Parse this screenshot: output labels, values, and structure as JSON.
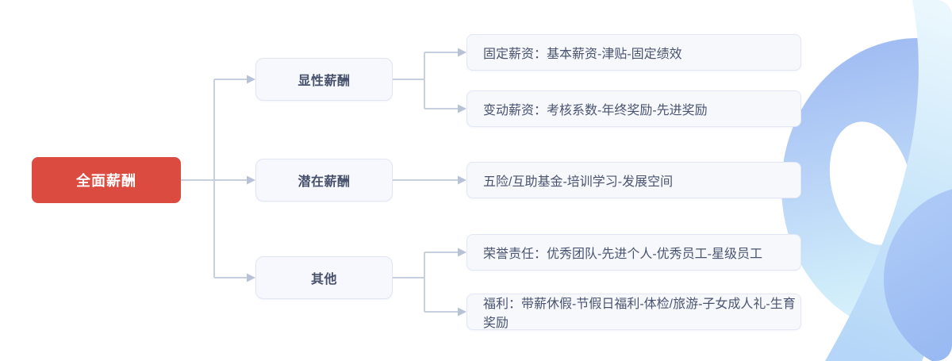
{
  "diagram": {
    "title_hint": "total-compensation-structure",
    "tree": {
      "root": {
        "label": "全面薪酬"
      },
      "branches": [
        {
          "label": "显性薪酬",
          "children": [
            {
              "text": "固定薪资：基本薪资-津贴-固定绩效"
            },
            {
              "text": "变动薪资：考核系数-年终奖励-先进奖励"
            }
          ]
        },
        {
          "label": "潜在薪酬",
          "children": [
            {
              "text": "五险/互助基金-培训学习-发展空间"
            }
          ]
        },
        {
          "label": "其他",
          "children": [
            {
              "text": "荣誉责任：优秀团队-先进个人-优秀员工-星级员工"
            },
            {
              "text": "福利：带薪休假-节假日福利-体检/旅游-子女成人礼-生育奖励"
            }
          ]
        }
      ]
    },
    "colors": {
      "root_background": "#DC4B40",
      "root_text": "#FFFFFF",
      "node_background": "#F6F8FC",
      "node_border": "#E2E7F3",
      "node_text": "#4A5470",
      "connector_line": "#C8D0E0",
      "arrowhead": "#B7C2D8",
      "decor_blue_dark": "#9DB9F2",
      "decor_blue_light": "#D8F2FC"
    },
    "decoration": "abstract-blue-swirl-ring"
  }
}
